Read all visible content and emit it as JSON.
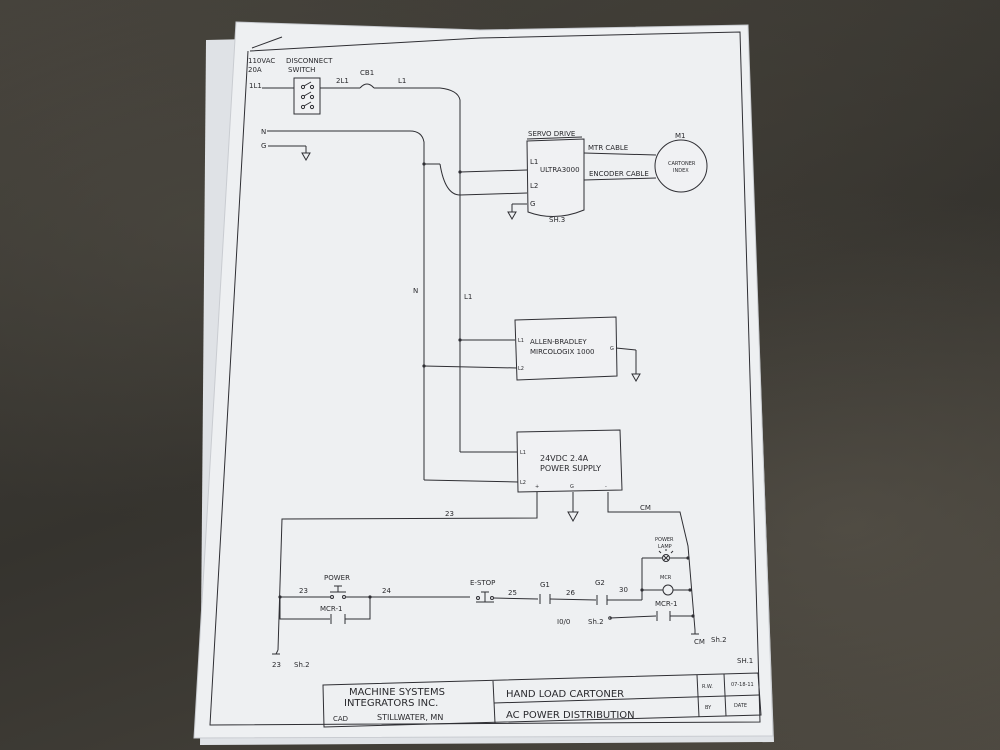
{
  "photo": {
    "paper_color": "#eef0f2",
    "ink_color": "#2f2f34",
    "background_color": "#3e3b35"
  },
  "schematic": {
    "supply": {
      "voltage": "110VAC",
      "current": "20A",
      "input_line": "1L1",
      "neutral": "N",
      "ground": "G"
    },
    "disconnect": {
      "label_line1": "DISCONNECT",
      "label_line2": "SWITCH"
    },
    "breaker": {
      "in_label": "2L1",
      "name": "CB1",
      "out_label": "L1"
    },
    "servo": {
      "title": "SERVO DRIVE",
      "model": "ULTRA3000",
      "l1": "L1",
      "l2": "L2",
      "g": "G",
      "sheet_ref": "SH.3",
      "motor_cable": "MTR CABLE",
      "encoder_cable": "ENCODER CABLE"
    },
    "motor": {
      "tag": "M1",
      "line1": "CARTONER",
      "line2": "INDEX"
    },
    "bus_labels": {
      "neutral": "N",
      "line": "L1"
    },
    "plc": {
      "line1": "ALLEN-BRADLEY",
      "line2": "MIRCOLOGIX 1000",
      "l1": "L1",
      "l2": "L2",
      "g": "G"
    },
    "psu": {
      "line1": "24VDC 2.4A",
      "line2": "POWER SUPPLY",
      "l1": "L1",
      "l2": "L2",
      "plus": "+",
      "g": "G",
      "minus": "-"
    },
    "control": {
      "wire_23": "23",
      "wire_24": "24",
      "wire_25": "25",
      "wire_26": "26",
      "wire_30": "30",
      "wire_cm": "CM",
      "power_label": "POWER",
      "mcr1_label": "MCR-1",
      "estop_label": "E-STOP",
      "g1_label": "G1",
      "g2_label": "G2",
      "power_lamp_line1": "POWER",
      "power_lamp_line2": "LAMP",
      "mcr_coil_label": "MCR",
      "mcr1_contact_label": "MCR-1",
      "io_label": "I0/0",
      "io_sheet": "Sh.2",
      "bottom_left_wire": "23",
      "bottom_left_sheet": "Sh.2",
      "bottom_right_wire": "CM",
      "bottom_right_sheet": "Sh.2"
    }
  },
  "title_block": {
    "sheet": "SH.1",
    "company_line1": "MACHINE SYSTEMS",
    "company_line2": "INTEGRATORS INC.",
    "cad": "CAD",
    "location": "STILLWATER, MN",
    "title_line1": "HAND LOAD CARTONER",
    "title_line2": "AC POWER DISTRIBUTION",
    "drawn_by": "R.W.",
    "by_label": "BY",
    "date": "07-18-11",
    "date_label": "DATE"
  }
}
